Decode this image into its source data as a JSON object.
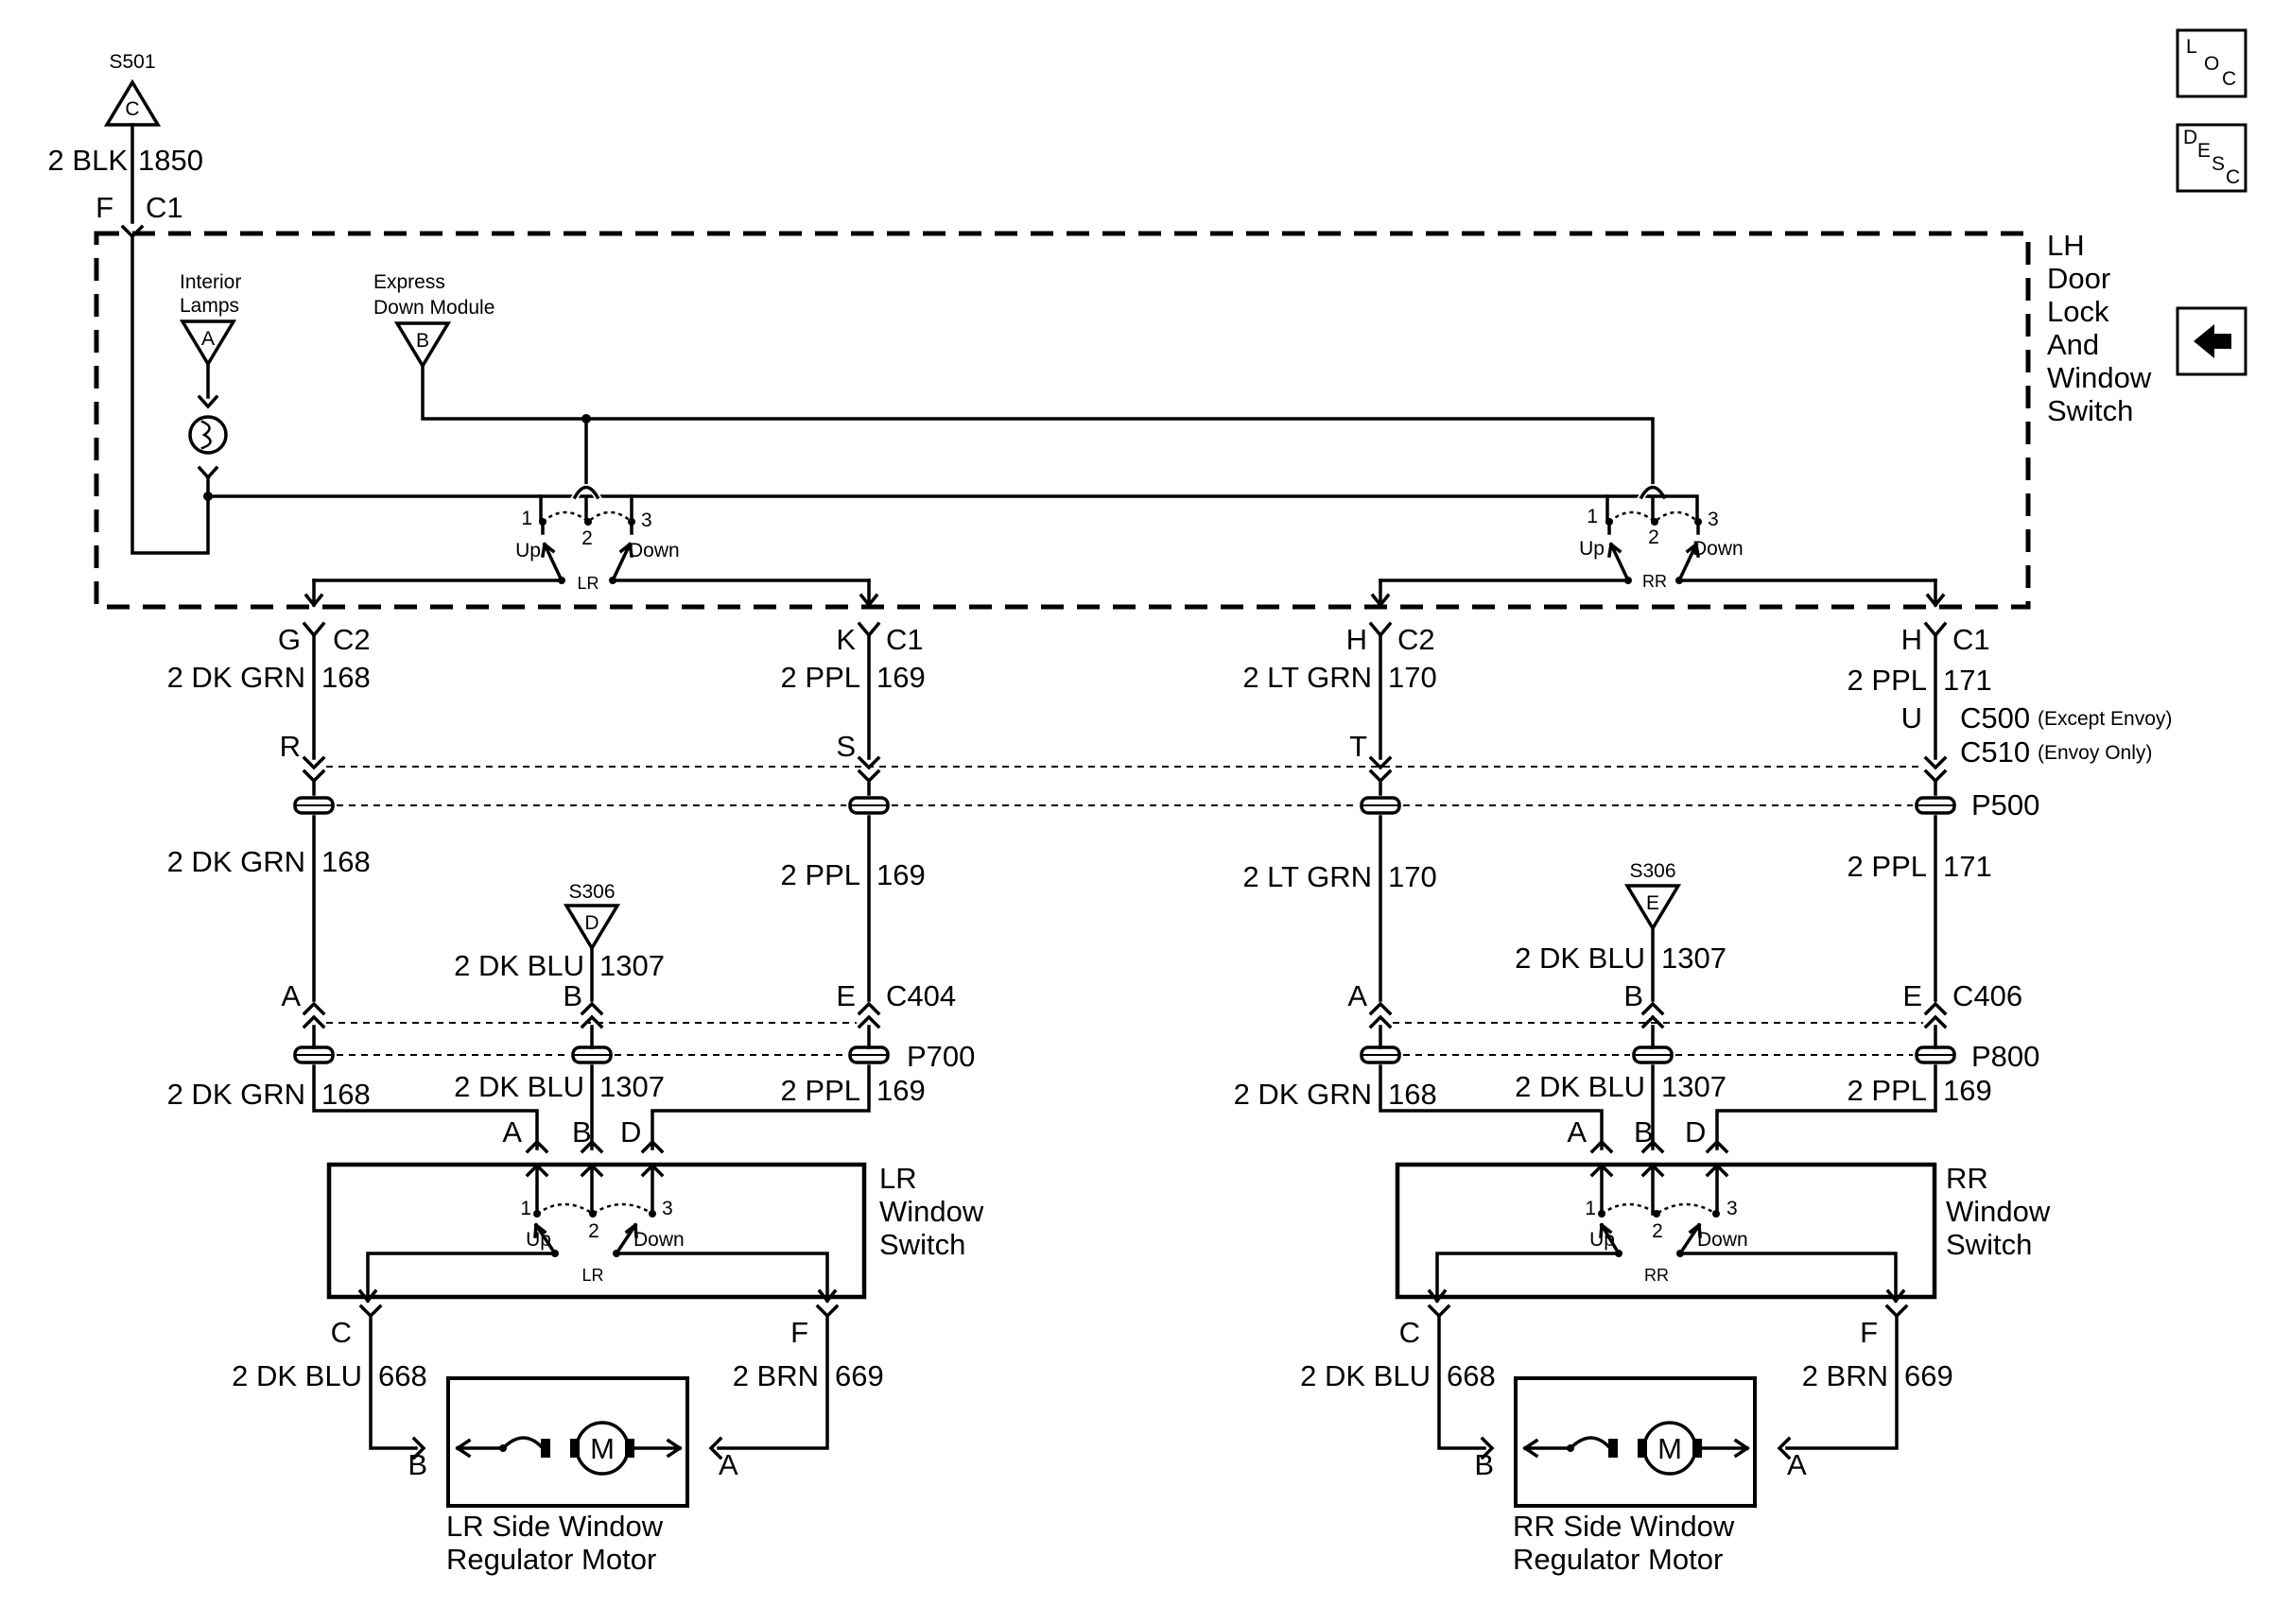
{
  "splices": {
    "s501": "S501",
    "s501_letter": "C",
    "s306": "S306",
    "s306_left_letter": "D",
    "s306_right_letter": "E"
  },
  "feed": {
    "wire": "2 BLK",
    "circuit": "1850",
    "pin": "F",
    "conn": "C1"
  },
  "lh_switch": {
    "lines": [
      "LH",
      "Door",
      "Lock",
      "And",
      "Window",
      "Switch"
    ]
  },
  "interior_lamps": {
    "lines": [
      "Interior",
      "Lamps"
    ],
    "letter": "A"
  },
  "express_down": {
    "lines": [
      "Express",
      "Down Module"
    ],
    "letter": "B"
  },
  "switch_labels": {
    "pos1": "1",
    "pos2": "2",
    "pos3": "3",
    "up": "Up",
    "down": "Down",
    "lr": "LR",
    "rr": "RR"
  },
  "connectors": {
    "c1": "C1",
    "c2": "C2",
    "c404": "C404",
    "c406": "C406",
    "c500": "C500",
    "c500_note": "(Except Envoy)",
    "c510": "C510",
    "c510_note": "(Envoy Only)",
    "p500": "P500",
    "p700": "P700",
    "p800": "P800"
  },
  "pins": {
    "a": "A",
    "b": "B",
    "c": "C",
    "d": "D",
    "e": "E",
    "f": "F",
    "g": "G",
    "h": "H",
    "k": "K",
    "r": "R",
    "s": "S",
    "t": "T",
    "u": "U"
  },
  "wires": {
    "dk_grn": "2 DK GRN",
    "ppl": "2 PPL",
    "lt_grn": "2 LT GRN",
    "dk_blu": "2 DK BLU",
    "brn": "2 BRN",
    "c168": "168",
    "c169": "169",
    "c170": "170",
    "c171": "171",
    "c1307": "1307",
    "c668": "668",
    "c669": "669"
  },
  "lr_window_switch": {
    "lines": [
      "LR",
      "Window",
      "Switch"
    ]
  },
  "rr_window_switch": {
    "lines": [
      "RR",
      "Window",
      "Switch"
    ]
  },
  "lr_motor": {
    "lines": [
      "LR Side Window",
      "Regulator Motor"
    ]
  },
  "rr_motor": {
    "lines": [
      "RR Side Window",
      "Regulator Motor"
    ]
  },
  "motor_symbol": "M",
  "nav": {
    "loc": {
      "l": "L",
      "o": "O",
      "c": "C"
    },
    "desc": {
      "d": "D",
      "e": "E",
      "s": "S",
      "c": "C"
    },
    "back_icon": "left-arrow-icon"
  }
}
